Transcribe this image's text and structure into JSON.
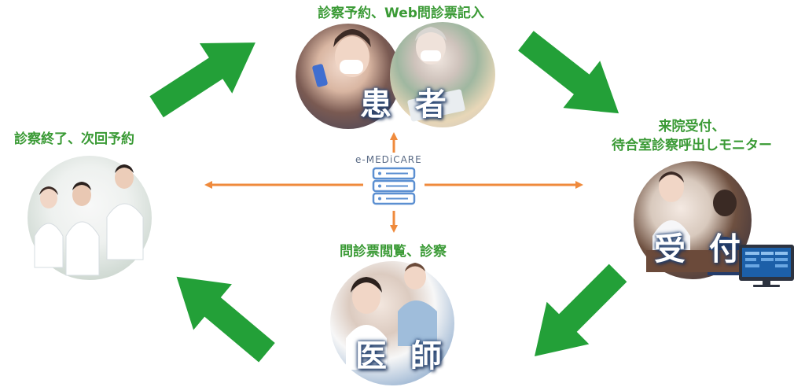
{
  "center": {
    "brand": "e-MEDiCARE"
  },
  "nodes": {
    "patient": {
      "title": "患 者",
      "caption": "診察予約、Web問診票記入"
    },
    "reception": {
      "title": "受 付",
      "caption_line1": "来院受付、",
      "caption_line2": "待合室診察呼出しモニター"
    },
    "doctor": {
      "title": "医 師",
      "caption": "問診票閲覧、診察"
    },
    "team": {
      "caption": "診察終了、次回予約"
    }
  },
  "colors": {
    "flow_arrow": "#23a038",
    "link_arrow": "#ef8a3c",
    "caption": "#3a9a35",
    "server": "#5b8fd1"
  }
}
